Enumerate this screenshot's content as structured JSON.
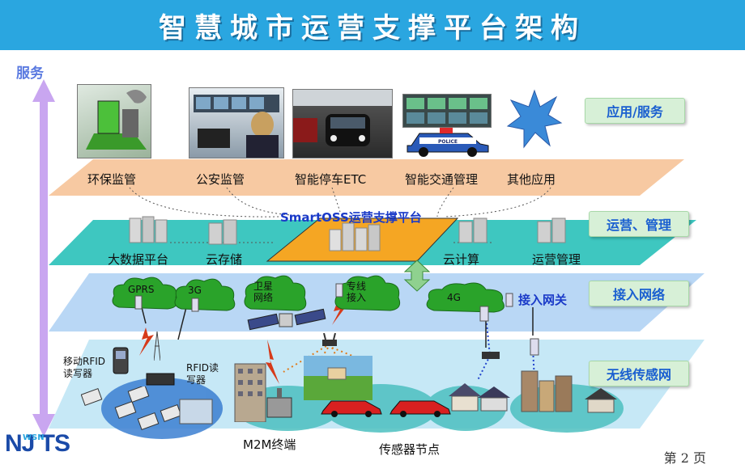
{
  "title": "智慧城市运营支撑平台架构",
  "side_label": "服务",
  "layers": [
    {
      "name": "应用/服务"
    },
    {
      "name": "运营、管理"
    },
    {
      "name": "接入网络"
    },
    {
      "name": "无线传感网"
    }
  ],
  "applications": [
    "环保监管",
    "公安监管",
    "智能停车ETC",
    "智能交通管理",
    "其他应用"
  ],
  "platform": {
    "title": "SmartOSS运营支撑平台",
    "modules": [
      "大数据平台",
      "云存储",
      "云计算",
      "运营管理"
    ]
  },
  "access": {
    "clouds": [
      "GPRS",
      "3G",
      "卫星\n网络",
      "专线\n接入",
      "4G"
    ],
    "gateway": "接入网关"
  },
  "sensor": {
    "mobile_reader": "移动RFID\n读写器",
    "rfid_reader": "RFID读\n写器",
    "m2m": "M2M终端",
    "nodes": "传感器节点"
  },
  "police_text": "POLICE",
  "logo": {
    "text": "NJ TS",
    "sub": "WSN"
  },
  "page": "第 2  页",
  "colors": {
    "title_bg": "#2aa6e0",
    "app_layer": "#f7c9a2",
    "mgmt_layer": "#3ec7c0",
    "access_layer": "#b9d7f5",
    "sensor_layer": "#c6e8f6",
    "arrow": "#c9a6f0",
    "label_bg": "#d7f0d7",
    "cloud": "#2aa32a"
  }
}
